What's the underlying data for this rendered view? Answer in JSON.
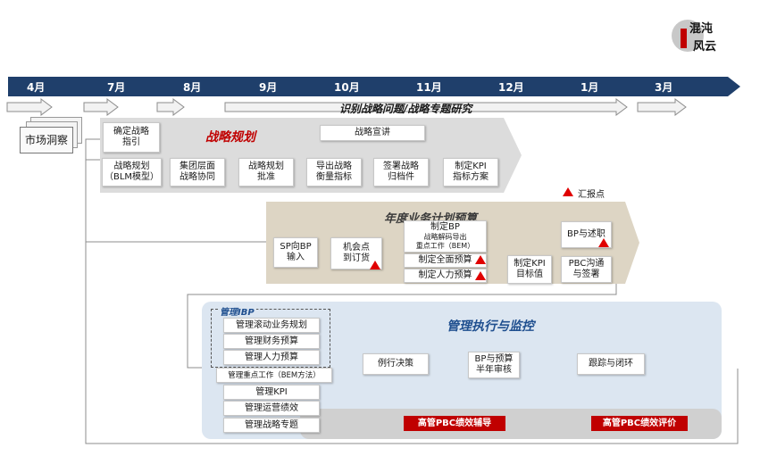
{
  "logo": {
    "text": "混沌风云"
  },
  "timeline": {
    "months": [
      "4月",
      "7月",
      "8月",
      "9月",
      "10月",
      "11月",
      "12月",
      "1月",
      "3月"
    ]
  },
  "banner": {
    "research": "识别战略问题/战略专题研究"
  },
  "market": {
    "label": "市场洞察"
  },
  "strategy": {
    "title": "战略规划",
    "confirm": "确定战略\n指引",
    "announce": "战略宣讲",
    "steps": [
      "战略规划\n（BLM模型）",
      "集团层面\n战略协同",
      "战略规划\n批准",
      "导出战略\n衡量指标",
      "签署战略\n归档件",
      "制定KPI\n指标方案"
    ]
  },
  "legend": {
    "report": "汇报点"
  },
  "annual": {
    "title": "年度业务计划预算",
    "sp_bp": "SP向BP\n输入",
    "opp": "机会点\n到订货",
    "make_bp": "制定BP",
    "decode": "战略解码导出\n重点工作（BEM）",
    "full_budget": "制定全面预算",
    "hr_budget": "制定人力预算",
    "kpi_target": "制定KPI\n目标值",
    "bp_report": "BP与述职",
    "pbc": "PBC沟通\n与签署"
  },
  "exec": {
    "title": "管理执行与监控",
    "ibp": "管理IBP",
    "items": [
      "管理滚动业务规划",
      "管理财务预算",
      "管理人力预算",
      "管理重点工作（BEM方法）",
      "管理KPI",
      "管理运营绩效",
      "管理战略专题"
    ],
    "routine": "例行决策",
    "review": "BP与预算\n半年审核",
    "track": "跟踪与闭环",
    "pbc_coach": "高管PBC绩效辅导",
    "pbc_eval": "高管PBC绩效评价"
  }
}
